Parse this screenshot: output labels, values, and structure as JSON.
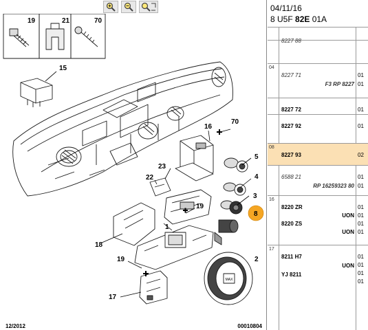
{
  "toolbar": {
    "zoom_in_icon": "zoom-in-icon",
    "zoom_out_icon": "zoom-out-icon",
    "zoom_fit_icon": "zoom-fit-icon"
  },
  "diagram": {
    "callouts": [
      "19",
      "21",
      "70",
      "15",
      "16",
      "70",
      "5",
      "4",
      "3",
      "8",
      "23",
      "22",
      "1",
      "19",
      "18",
      "19",
      "17",
      "2"
    ],
    "footer_left": "12/2012",
    "footer_right": "00010804"
  },
  "header": {
    "date": "04/11/16",
    "code_prefix": "8 U5F ",
    "code_bold": "82E",
    "code_suffix": " 01A"
  },
  "rows": [
    {
      "index": "",
      "lines": [
        {
          "text": "8227 88",
          "style": "italic",
          "col": "part"
        }
      ],
      "qty": [],
      "selected": false
    },
    {
      "index": "04",
      "lines": [
        {
          "text": "8227 71",
          "style": "italic",
          "col": "part"
        },
        {
          "text": "F3 RP 8227",
          "style": "bolditalic",
          "col": "right"
        }
      ],
      "qty": [
        "01",
        "01"
      ],
      "selected": false
    },
    {
      "index": "",
      "lines": [
        {
          "text": "8227 72",
          "style": "bold",
          "col": "part"
        }
      ],
      "qty": [
        "01"
      ],
      "selected": false
    },
    {
      "index": "",
      "lines": [
        {
          "text": "8227 92",
          "style": "bold",
          "col": "part"
        }
      ],
      "qty": [
        "01"
      ],
      "selected": false
    },
    {
      "index": "08",
      "lines": [
        {
          "text": "8227 93",
          "style": "bold",
          "col": "part"
        }
      ],
      "qty": [
        "02"
      ],
      "selected": true
    },
    {
      "index": "",
      "lines": [
        {
          "text": "6588 21",
          "style": "italic",
          "col": "part"
        },
        {
          "text": "RP 16259323 80",
          "style": "bolditalic",
          "col": "right"
        }
      ],
      "qty": [
        "01",
        "01"
      ],
      "selected": false
    },
    {
      "index": "16",
      "lines": [
        {
          "text": "8220 ZR",
          "style": "bold",
          "col": "part"
        },
        {
          "text": "UON",
          "style": "bold",
          "col": "right"
        },
        {
          "text": "8220 ZS",
          "style": "bold",
          "col": "part"
        },
        {
          "text": "UON",
          "style": "bold",
          "col": "right"
        }
      ],
      "qty": [
        "01",
        "01",
        "01",
        "01"
      ],
      "selected": false
    },
    {
      "index": "17",
      "lines": [
        {
          "text": "8211 H7",
          "style": "bold",
          "col": "part"
        },
        {
          "text": "UON",
          "style": "bold",
          "col": "right"
        },
        {
          "text": "YJ 8211",
          "style": "bold",
          "col": "part"
        }
      ],
      "qty": [
        "01",
        "01",
        "01",
        "01"
      ],
      "selected": false
    }
  ]
}
